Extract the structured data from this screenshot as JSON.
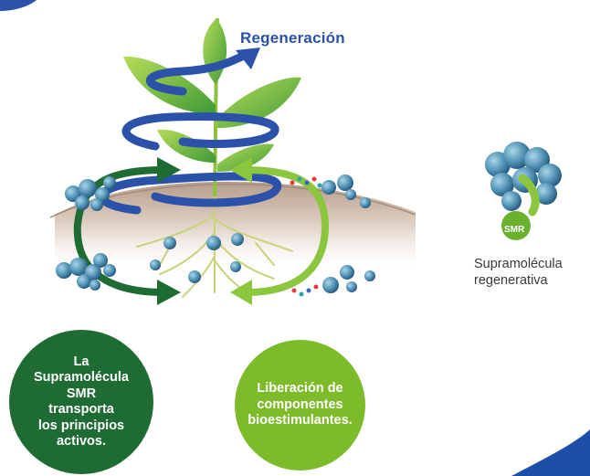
{
  "diagram": {
    "title": "Regeneración",
    "left_circle_text": "La\nSupramolécula\nSMR\ntransporta\nlos principios\nactivos.",
    "right_circle_text": "Liberación de\ncomponentes\nbioestimulantes.",
    "legend": {
      "badge": "SMR",
      "name": "Supramolécula\nregenerativa"
    },
    "colors": {
      "dark_green": "#1f6b34",
      "lime_green": "#7dbb2a",
      "blue": "#2b52a8",
      "soil": "#cdb7a6",
      "molecule": "#5d9cbc"
    }
  }
}
